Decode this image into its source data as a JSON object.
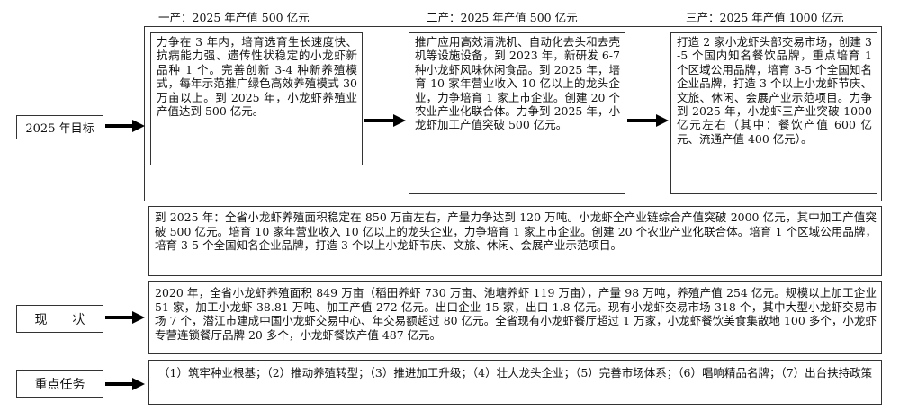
{
  "columns": [
    {
      "title": "一产：2025 年产值 500 亿元",
      "text": "力争在 3 年内，培育选育生长速度快、抗病能力强、遗传性状稳定的小龙虾新品种 1 个。完善创新 3-4 种新养殖模式，每年示范推广绿色高效养殖模式 30 万亩以上。到 2025 年，小龙虾养殖业产值达到 500 亿元。"
    },
    {
      "title": "二产：2025 年产值 500 亿元",
      "text": "推广应用高效清洗机、自动化去头和去壳机等设施设备，到 2023 年，新研发 6-7 种小龙虾风味休闲食品。到 2025 年，培育 10 家年营业收入 10 亿以上的龙头企业，力争培育 1 家上市企业。创建 20 个农业产业化联合体。力争到 2025 年，小龙虾加工产值突破 500 亿元。"
    },
    {
      "title": "三产：2025 年产值 1000 亿元",
      "text": "打造 2 家小龙虾头部交易市场，创建 3-5 个国内知名餐饮品牌，重点培育 1 个区域公用品牌，培育 3-5 个全国知名企业品牌，打造 3 个以上小龙虾节庆、文旅、休闲、会展产业示范项目。力争到 2025 年，小龙虾三产业突破 1000 亿元左右（其中：餐饮产值 600 亿元、流通产值 400 亿元）。"
    }
  ],
  "rows": [
    {
      "label": "2025 年目标",
      "text": "到 2025 年：全省小龙虾养殖面积稳定在 850 万亩左右，产量力争达到 120 万吨。小龙虾全产业链综合产值突破 2000 亿元，其中加工产值突破 500 亿元。培育 10 家年营业收入 10 亿以上的龙头企业，力争培育 1 家上市企业。创建 20 个农业产业化联合体。培育 1 个区域公用品牌，培育 3-5 个全国知名企业品牌，打造 3 个以上小龙虾节庆、文旅、休闲、会展产业示范项目。"
    },
    {
      "label": "现　　状",
      "text": "2020 年，全省小龙虾养殖面积 849 万亩（稻田养虾 730 万亩、池塘养虾 119 万亩），产量 98 万吨，养殖产值 254 亿元。规模以上加工企业 51 家，加工小龙虾 38.81 万吨、加工产值 272 亿元。出口企业 15 家，出口 1.8 亿元。现有小龙虾交易市场 318 个，其中大型小龙虾交易市场 7 个，潜江市建成中国小龙虾交易中心、年交易额超过 80 亿元。全省现有小龙虾餐厅超过 1 万家，小龙虾餐饮美食集散地 100 多个，小龙虾专营连锁餐厅品牌 20 多个，小龙虾餐饮产值 487 亿元。"
    },
    {
      "label": "重点任务",
      "text": "（1）筑牢种业根基；（2）推动养殖转型；（3）推进加工升级；（4）壮大龙头企业；（5）完善市场体系；（6）唱响精品名牌；（7）出台扶持政策"
    }
  ]
}
